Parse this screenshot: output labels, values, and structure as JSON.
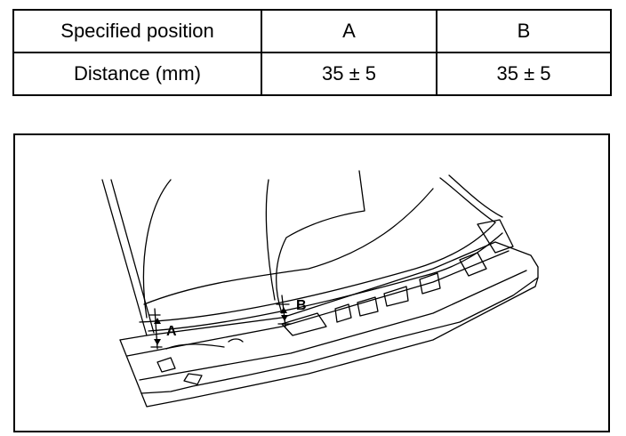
{
  "table": {
    "header": {
      "label": "Specified position",
      "col_a": "A",
      "col_b": "B"
    },
    "row": {
      "label": "Distance (mm)",
      "value_a": "35 ± 5",
      "value_b": "35 ± 5"
    }
  },
  "figure": {
    "label_a": "A",
    "label_b": "B"
  }
}
